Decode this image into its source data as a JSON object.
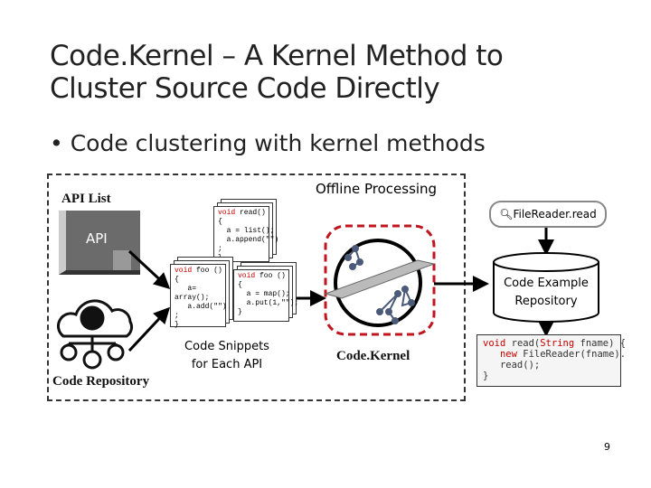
{
  "slide": {
    "title_line1": "Code.Kernel – A Kernel Method to",
    "title_line2": "Cluster Source Code Directly",
    "bullet": "• Code clustering with kernel methods",
    "page_number": "9"
  },
  "diagram": {
    "offline_label": "Offline Processing",
    "api_list_label": "API List",
    "api_icon_text": "API",
    "code_repository_label": "Code Repository",
    "snippets_label_line1": "Code Snippets",
    "snippets_label_line2": "for Each API",
    "codekernel_label": "Code.Kernel",
    "search_query": "FileReader.read",
    "example_repo_line1": "Code Example",
    "example_repo_line2": "Repository",
    "snippet_cards": [
      {
        "kw": "void",
        "rest": " read()\n{\n  a = list();\n  a.append(\"\")\n;\n}"
      },
      {
        "kw": "void",
        "rest": " foo ()\n{\n   a=\narray();\n   a.add(\"\")\n;\n}"
      },
      {
        "kw": "void",
        "rest": " foo ()\n{\n  a = map();\n  a.put(1,\"\");\n}"
      }
    ],
    "example_code": {
      "line1_kw": "void",
      "line1_rest": " read(",
      "line1_type": "String",
      "line1_end": " fname) {",
      "line2_kw": "new",
      "line2_rest": " FileReader(fname).",
      "line3": "read();",
      "line4": "}"
    },
    "colors": {
      "dashed_kernel_box": "#c0141e",
      "keyword": "#cc0000",
      "nodes": "#4a5a78"
    }
  }
}
